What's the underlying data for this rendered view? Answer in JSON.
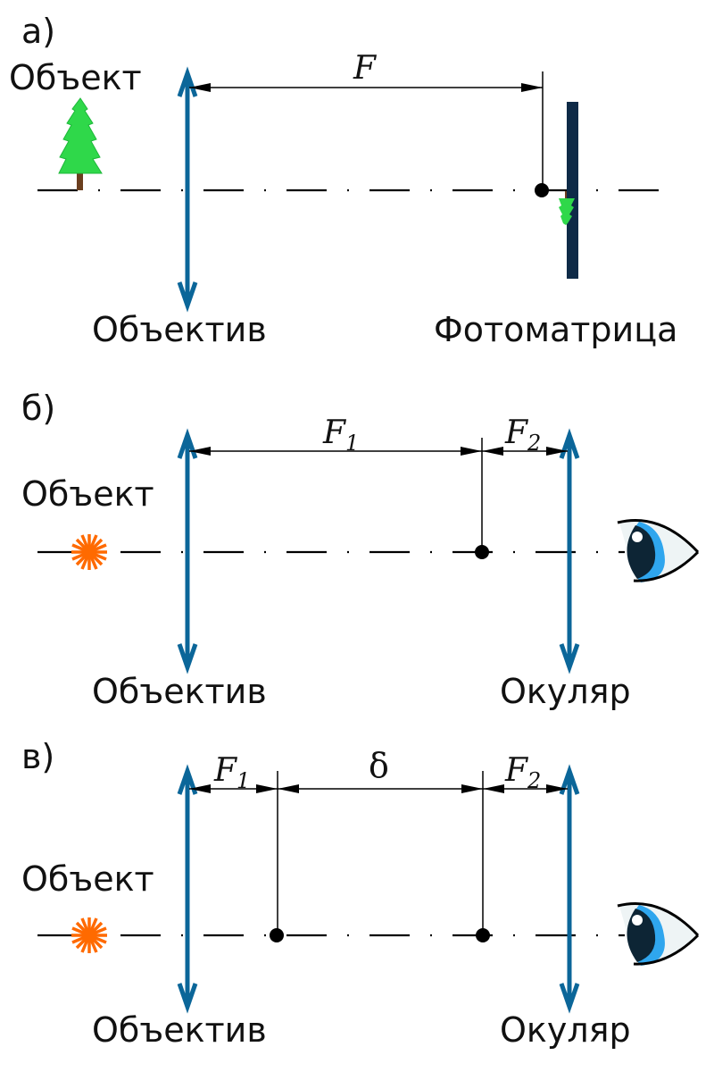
{
  "colors": {
    "lens": "#0b6699",
    "sensor": "#0e2a47",
    "star": "#ff6a00",
    "tree_foliage": "#2fd84a",
    "tree_trunk": "#6b3f1f",
    "eye_iris": "#2fa6ee",
    "eye_pupil": "#0d2535",
    "eye_white": "#eef4f5"
  },
  "panel_a": {
    "tag": "а)",
    "object_label": "Объект",
    "lens_label": "Объектив",
    "sensor_label": "Фотоматрица",
    "dimension_label": "F"
  },
  "panel_b": {
    "tag": "б)",
    "object_label": "Объект",
    "lens_label": "Объектив",
    "eyepiece_label": "Окуляр",
    "dimension_1_label": "F",
    "dimension_1_sub": "1",
    "dimension_2_label": "F",
    "dimension_2_sub": "2"
  },
  "panel_c": {
    "tag": "в)",
    "object_label": "Объект",
    "lens_label": "Объектив",
    "eyepiece_label": "Окуляр",
    "dimension_1_label": "F",
    "dimension_1_sub": "1",
    "dimension_gap_label": "δ",
    "dimension_2_label": "F",
    "dimension_2_sub": "2"
  }
}
